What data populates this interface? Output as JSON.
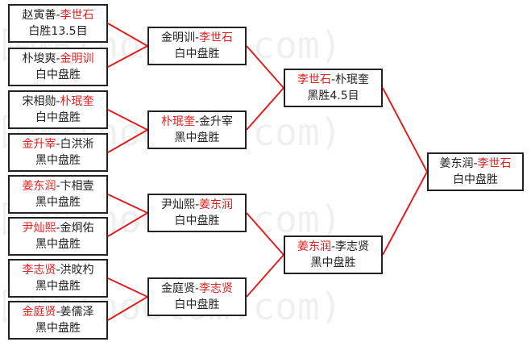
{
  "watermark": "围棋(hoetom.com)",
  "colors": {
    "winner": "#e02020",
    "line": "#e02020",
    "border": "#222222"
  },
  "round1": [
    {
      "p1": "赵寅善",
      "p2": "李世石",
      "winner": 2,
      "result": "白胜13.5目"
    },
    {
      "p1": "朴埈爽",
      "p2": "金明训",
      "winner": 2,
      "result": "白中盘胜"
    },
    {
      "p1": "宋相勋",
      "p2": "朴珉奎",
      "winner": 2,
      "result": "白中盘胜"
    },
    {
      "p1": "金升宰",
      "p2": "白洪淅",
      "winner": 1,
      "result": "黑中盘胜"
    },
    {
      "p1": "姜东润",
      "p2": "卞相壹",
      "winner": 1,
      "result": "黑中盘胜"
    },
    {
      "p1": "尹灿熙",
      "p2": "金炯佑",
      "winner": 1,
      "result": "黑中盘胜"
    },
    {
      "p1": "李志贤",
      "p2": "洪旼杓",
      "winner": 1,
      "result": "黑中盘胜"
    },
    {
      "p1": "金庭贤",
      "p2": "姜儒泽",
      "winner": 1,
      "result": "黑中盘胜"
    }
  ],
  "round2": [
    {
      "p1": "金明训",
      "p2": "李世石",
      "winner": 2,
      "result": "白中盘胜"
    },
    {
      "p1": "朴珉奎",
      "p2": "金升宰",
      "winner": 1,
      "result": "黑中盘胜"
    },
    {
      "p1": "尹灿熙",
      "p2": "姜东润",
      "winner": 2,
      "result": "白中盘胜"
    },
    {
      "p1": "金庭贤",
      "p2": "李志贤",
      "winner": 2,
      "result": "白中盘胜"
    }
  ],
  "round3": [
    {
      "p1": "李世石",
      "p2": "朴珉奎",
      "winner": 1,
      "result": "黑胜4.5目"
    },
    {
      "p1": "姜东润",
      "p2": "李志贤",
      "winner": 1,
      "result": "黑中盘胜"
    }
  ],
  "final": [
    {
      "p1": "姜东润",
      "p2": "李世石",
      "winner": 2,
      "result": "白中盘胜"
    }
  ]
}
